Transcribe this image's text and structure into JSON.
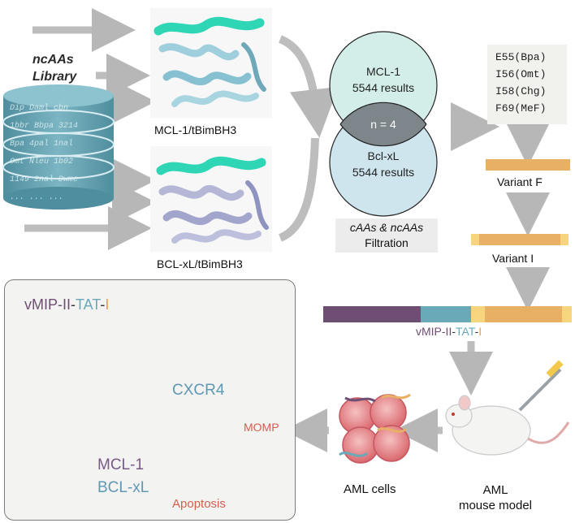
{
  "library": {
    "title_line1": "ncAAs",
    "title_line2": "Library",
    "rows": [
      [
        "Dip",
        "Daml",
        "cbn"
      ],
      [
        "1bbr",
        "Bbpa",
        "3214"
      ],
      [
        "Bpa",
        "4pal",
        "1nal"
      ],
      [
        "Omt",
        "Nleu",
        "1b02"
      ],
      [
        "1149",
        "2nal",
        "Dwme"
      ],
      [
        "...",
        "...",
        "..."
      ]
    ]
  },
  "structures": {
    "top_label": "MCL-1/tBimBH3",
    "bottom_label": "BCL-xL/tBimBH3"
  },
  "venn": {
    "top_name": "MCL-1",
    "top_results": "5544 results",
    "overlap": "n = 4",
    "bottom_name": "Bcl-xL",
    "bottom_results": "5544 results"
  },
  "filtration": {
    "line1": "cAAs & ncAAs",
    "line2": "Filtration"
  },
  "mutations": [
    "E55(Bpa)",
    "I56(Omt)",
    "I58(Chg)",
    "F69(MeF)"
  ],
  "variants": {
    "f_label": "Variant F",
    "i_label": "Variant I"
  },
  "construct": {
    "part1": "vMIP-II",
    "sep1": "-",
    "part2": "TAT",
    "sep2": "-",
    "part3": "I"
  },
  "mechanism": {
    "title_part1": "vMIP-II",
    "title_sep1": "-",
    "title_part2": "TAT",
    "title_sep2": "-",
    "title_part3": "I",
    "receptor": "CXCR4",
    "target1": "MCL-1",
    "target2": "BCL-xL",
    "momp": "MOMP",
    "apoptosis": "Apoptosis"
  },
  "aml": {
    "cells_label": "AML cells",
    "model_line1": "AML",
    "model_line2": "mouse model"
  },
  "colors": {
    "purple": "#6e4f73",
    "teal": "#6aa9b8",
    "orange": "#e8b065",
    "light_yellow": "#f6d57e",
    "arrow_gray": "#b5b5b5",
    "venn_top": "#d2ece8",
    "venn_bottom": "#cfe6ee",
    "venn_overlap": "#7d868a",
    "inhibit_red": "#c0392b",
    "apoptosis_red": "#d2604d",
    "cyl_blue": "#9cc8da",
    "db_teal": "#5f9cab"
  }
}
